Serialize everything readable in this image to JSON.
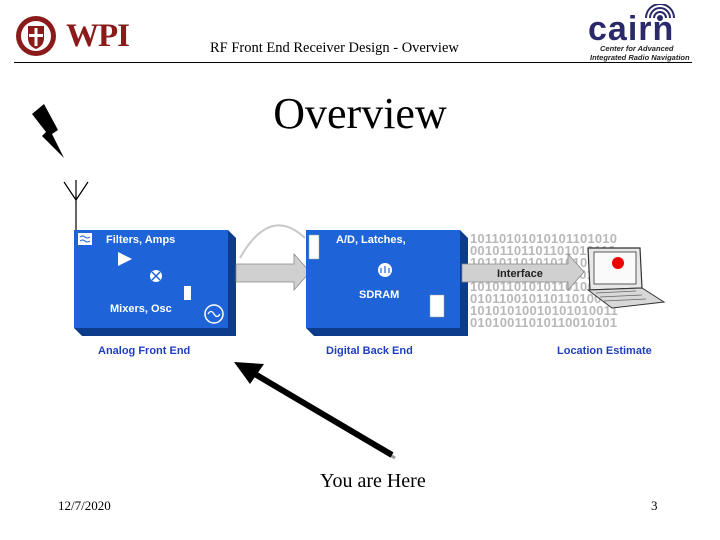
{
  "header": {
    "logo_left": "WPI",
    "title": "RF Front End Receiver Design - Overview",
    "logo_right": {
      "word": "cairn",
      "subtitle_line1": "Center for Advanced",
      "subtitle_line2": "Integrated Radio Navigation"
    }
  },
  "slide": {
    "title": "Overview",
    "you_are_here": "You are Here"
  },
  "diagram": {
    "blocks": {
      "analog": {
        "line1": "Filters, Amps",
        "line2": "Mixers, Osc",
        "caption": "Analog Front End"
      },
      "digital": {
        "line1": "A/D, Latches,",
        "line2": "SDRAM",
        "caption": "Digital Back End"
      },
      "interface": {
        "label": "Interface"
      },
      "location": {
        "caption": "Location Estimate"
      }
    },
    "background_bits": "10110101010101101010\n00101101101101010110\n10110110101010100100\n01011010101110101010\n10101101010110100101\n01011001011011010000\n10101010010101010011\n01010011010110010101",
    "colors": {
      "block_blue": "#1e64d8",
      "caption_blue": "#1f3fbf",
      "arrow_gray": "#cfcfcf",
      "laptop_red": "#ee0000"
    }
  },
  "footer": {
    "date": "12/7/2020",
    "page": "3"
  }
}
